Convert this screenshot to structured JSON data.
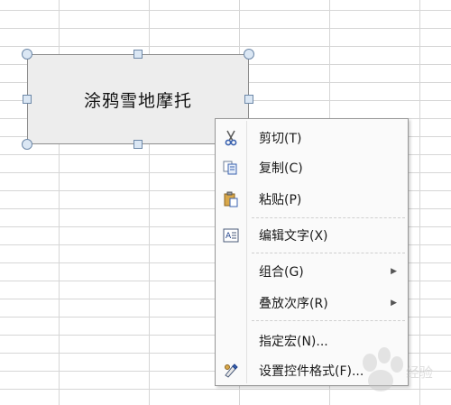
{
  "shape": {
    "text": "涂鸦雪地摩托"
  },
  "menu": {
    "items": [
      {
        "label": "剪切(T)",
        "icon": "scissors-icon"
      },
      {
        "label": "复制(C)",
        "icon": "copy-icon"
      },
      {
        "label": "粘贴(P)",
        "icon": "paste-icon"
      },
      {
        "label": "编辑文字(X)",
        "icon": "edit-text-icon"
      },
      {
        "label": "组合(G)",
        "submenu": true
      },
      {
        "label": "叠放次序(R)",
        "submenu": true
      },
      {
        "label": "指定宏(N)..."
      },
      {
        "label": "设置控件格式(F)...",
        "icon": "format-control-icon"
      }
    ]
  },
  "watermark": {
    "text": "经验"
  },
  "colors": {
    "grid": "#d6d6d6",
    "shape_fill": "#ededed",
    "menu_bg": "#fafafa"
  }
}
